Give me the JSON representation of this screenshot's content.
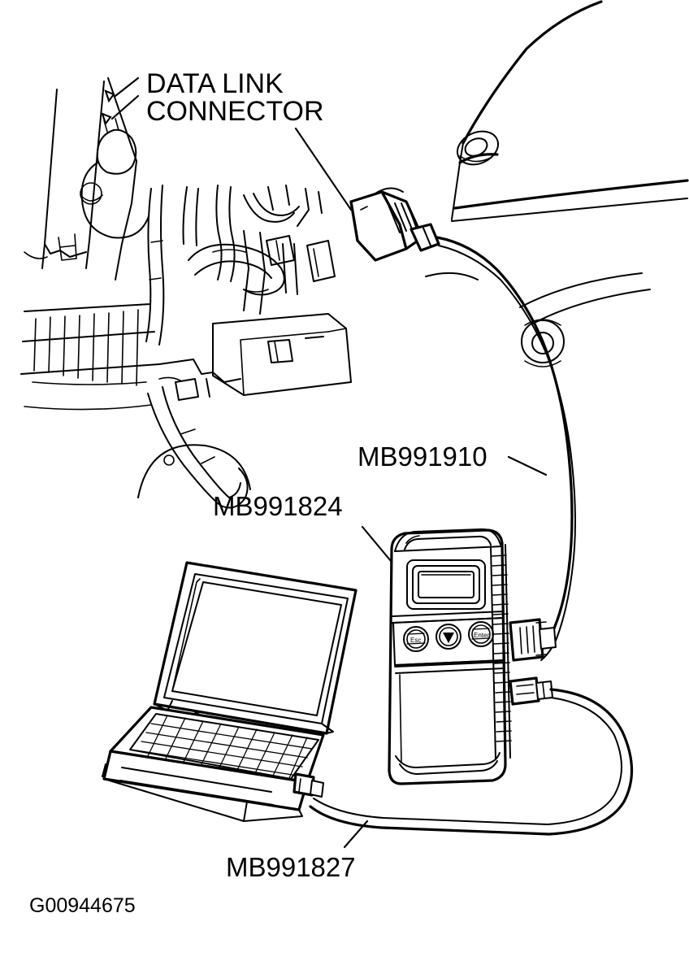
{
  "figure": {
    "id_code": "G00944675",
    "title_callout": {
      "line1": "DATA LINK",
      "line2": "CONNECTOR"
    }
  },
  "labels": {
    "dlc_cable": "MB991910",
    "scan_tool": "MB991824",
    "pc_cable": "MB991827"
  },
  "scan_tool": {
    "buttons": [
      {
        "name": "esc",
        "label": "Esc"
      },
      {
        "name": "down",
        "label": "▼"
      },
      {
        "name": "enter",
        "label": "Enter"
      }
    ]
  },
  "colors": {
    "ink": "#000000",
    "paper": "#ffffff"
  }
}
